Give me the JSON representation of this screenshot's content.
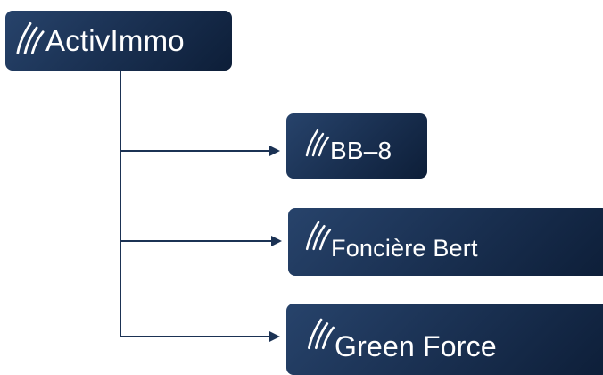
{
  "diagram": {
    "parent": {
      "label": "ActivImmo",
      "icon": "flame-logo-icon"
    },
    "children": [
      {
        "label": "BB–8",
        "icon": "flame-logo-icon"
      },
      {
        "label": "Foncière Bert",
        "icon": "flame-logo-icon"
      },
      {
        "label": "Green Force",
        "icon": "flame-logo-icon"
      }
    ]
  },
  "colors": {
    "connector": "#1b3254",
    "node_start": "#27436b",
    "node_end": "#0d1e38",
    "text": "#ffffff"
  }
}
